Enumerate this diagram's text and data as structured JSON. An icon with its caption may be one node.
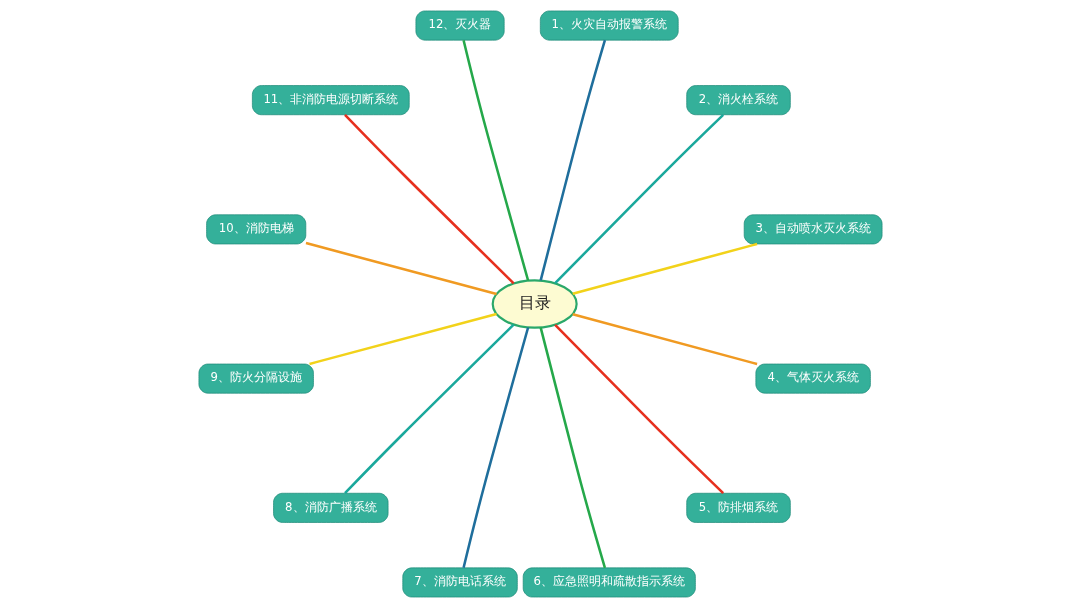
{
  "diagram": {
    "nodes": [
      {
        "text": [
          "目录"
        ]
      },
      {
        "text": [
          "1、火灾自动报警系统"
        ]
      },
      {
        "text": [
          "2、消火栓系统"
        ]
      },
      {
        "text": [
          "3、自动喷水灭火系统"
        ]
      },
      {
        "text": [
          "4、气体灭火系统"
        ]
      },
      {
        "text": [
          "5、防排烟系统"
        ]
      },
      {
        "text": [
          "6、应急照明和疏散指示系统"
        ]
      },
      {
        "text": [
          "7、消防电话系统"
        ]
      },
      {
        "text": [
          "8、消防广播系统"
        ]
      },
      {
        "text": [
          "9、防火分隔设施"
        ]
      },
      {
        "text": [
          "10、消防电梯"
        ]
      },
      {
        "text": [
          "11、非消防电源切断系统"
        ]
      },
      {
        "text": [
          "12、灭火器"
        ]
      }
    ],
    "edges": [
      {
        "from": 0,
        "to": 1,
        "arrow": "none",
        "color": "#1f6e9c"
      },
      {
        "from": 0,
        "to": 2,
        "arrow": "none",
        "color": "#1aa89c"
      },
      {
        "from": 0,
        "to": 3,
        "arrow": "none",
        "color": "#f2d21a"
      },
      {
        "from": 0,
        "to": 4,
        "arrow": "none",
        "color": "#f09a22"
      },
      {
        "from": 0,
        "to": 5,
        "arrow": "none",
        "color": "#e6301e"
      },
      {
        "from": 0,
        "to": 6,
        "arrow": "none",
        "color": "#25a84a"
      },
      {
        "from": 0,
        "to": 7,
        "arrow": "none",
        "color": "#1f6e9c"
      },
      {
        "from": 0,
        "to": 8,
        "arrow": "none",
        "color": "#1aa89c"
      },
      {
        "from": 0,
        "to": 9,
        "arrow": "none",
        "color": "#f2d21a"
      },
      {
        "from": 0,
        "to": 10,
        "arrow": "none",
        "color": "#f09a22"
      },
      {
        "from": 0,
        "to": 11,
        "arrow": "none",
        "color": "#e6301e"
      },
      {
        "from": 0,
        "to": 12,
        "arrow": "none",
        "color": "#25a84a"
      }
    ]
  }
}
